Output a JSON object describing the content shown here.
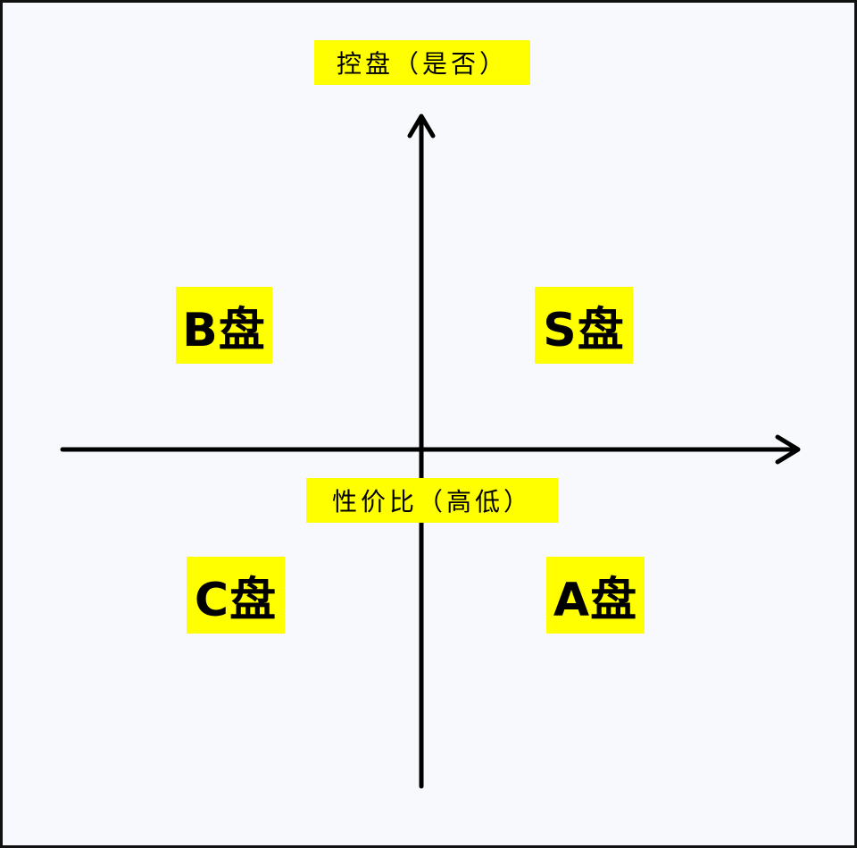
{
  "diagram": {
    "y_axis_label": "控盘（是否）",
    "x_axis_label": "性价比（高低）",
    "quadrants": {
      "top_left": "B盘",
      "top_right": "S盘",
      "bottom_left": "C盘",
      "bottom_right": "A盘"
    },
    "colors": {
      "label_highlight": "#ffff00",
      "axis": "#000000",
      "background": "#f8f9fd"
    }
  }
}
